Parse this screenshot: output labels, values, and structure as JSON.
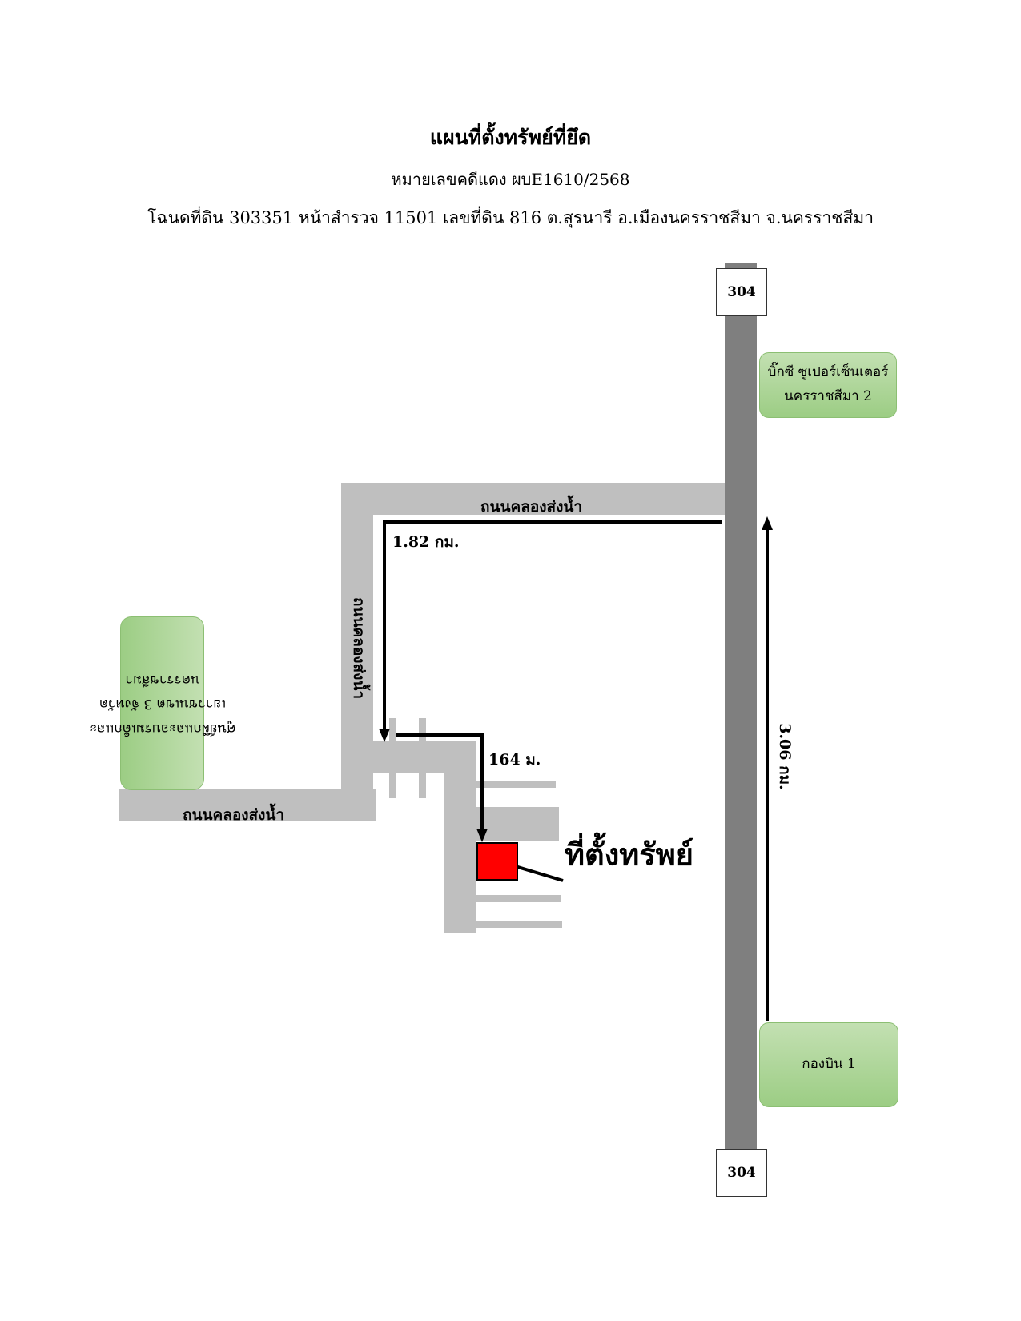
{
  "header": {
    "title": "แผนที่ตั้งทรัพย์ที่ยึด",
    "case_number": "หมายเลขคดีแดง ผบE1610/2568",
    "deed_info": "โฉนดที่ดิน 303351 หน้าสำรวจ 11501 เลขที่ดิน 816 ต.สุรนารี อ.เมืองนครราชสีมา จ.นครราชสีมา"
  },
  "highway": {
    "number_top": "304",
    "number_bottom": "304"
  },
  "landmarks": {
    "bigc": "บิ๊กซี ซูเปอร์เซ็นเตอร์ นครราชสีมา 2",
    "wing": "กองบิน 1",
    "center": "ศูนย์ฝึกและอบรมเด็กและเยาวชนเขต 3 จังหวัดนครราชสีมา"
  },
  "roads": {
    "canal_road_top": "ถนนคลองส่งน้ำ",
    "canal_road_vertical": "ถนนคลองส่งน้ำ",
    "canal_road_bottom": "ถนนคลองส่งน้ำ"
  },
  "distances": {
    "highway_leg": "3.06 กม.",
    "canal_leg": "1.82 กม.",
    "final_leg": "164 ม."
  },
  "site_label": "ที่ตั้งทรัพย์",
  "colors": {
    "highway": "#7f7f7f",
    "local_road": "#bfbfbf",
    "target": "#ff0000",
    "landmark_fill": "#a9d18e"
  }
}
